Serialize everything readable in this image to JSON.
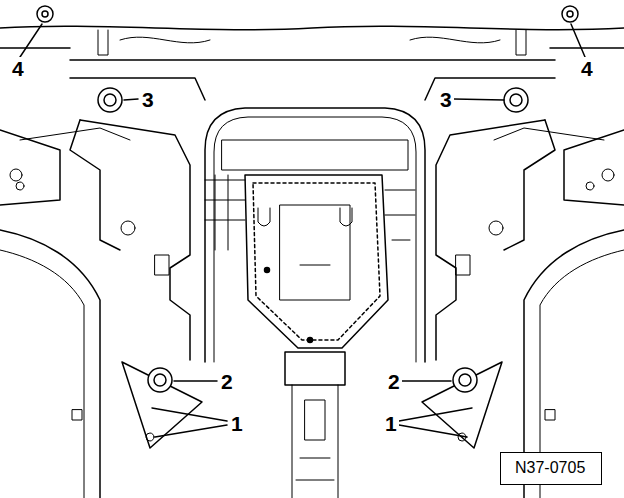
{
  "diagram": {
    "nodes": [
      {
        "text": [
          "N37-0705"
        ]
      }
    ],
    "labels": [
      "4",
      "3",
      "3",
      "4",
      "2",
      "2",
      "1",
      "1"
    ]
  }
}
